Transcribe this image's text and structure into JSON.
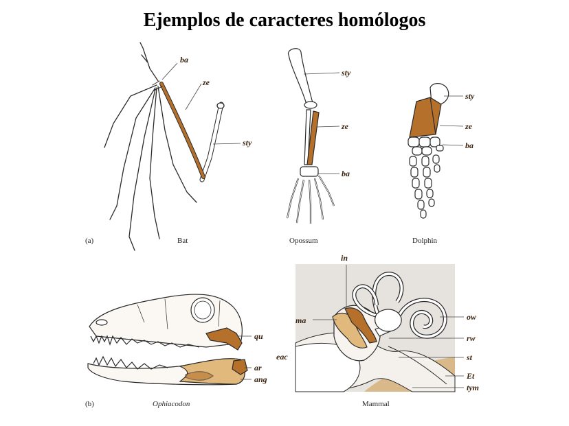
{
  "title": "Ejemplos de caracteres homólogos",
  "colors": {
    "bone_highlight": "#b5702c",
    "bone_light": "#e2b97c",
    "background_panel": "#e6e2dd",
    "ink": "#2a2a2a"
  },
  "panel_a": {
    "tag": "(a)",
    "captions": {
      "bat": "Bat",
      "opossum": "Opossum",
      "dolphin": "Dolphin"
    },
    "labels": {
      "bat_ba": "ba",
      "bat_ze": "ze",
      "bat_sty": "sty",
      "opossum_sty": "sty",
      "opossum_ze": "ze",
      "opossum_ba": "ba",
      "dolphin_sty": "sty",
      "dolphin_ze": "ze",
      "dolphin_ba": "ba"
    }
  },
  "panel_b": {
    "tag": "(b)",
    "captions": {
      "ophiacodon": "Ophiacodon",
      "mammal": "Mammal"
    },
    "labels": {
      "qu": "qu",
      "ar": "ar",
      "ang": "ang",
      "in": "in",
      "ma": "ma",
      "eac": "eac",
      "ow": "ow",
      "rw": "rw",
      "st": "st",
      "Et": "Et",
      "tym": "tym"
    }
  }
}
